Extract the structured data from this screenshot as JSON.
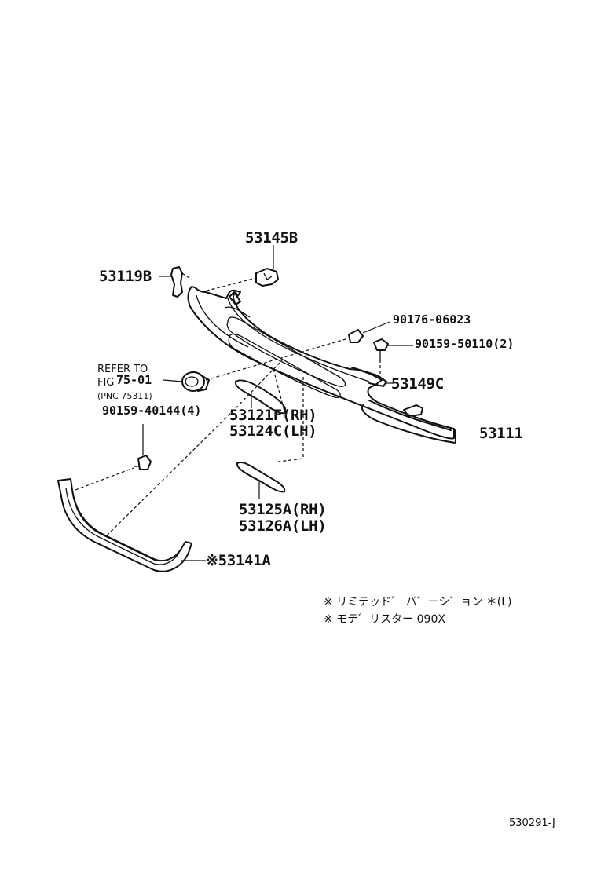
{
  "labels": {
    "p53145B": "53145B",
    "p53119B": "53119B",
    "p90176": "90176-06023",
    "p90159a": "90159-50110(2)",
    "refer_line1": "REFER TO",
    "refer_line2": "FIG",
    "refer_fig": "75-01",
    "refer_pnc": "(PNC 75311)",
    "p53149C": "53149C",
    "p90159b": "90159-40144(4)",
    "p53121F": "53121F(RH)",
    "p53124C": "53124C(LH)",
    "p53111": "53111",
    "p53125A": "53125A(RH)",
    "p53126A": "53126A(LH)",
    "p53141A": "※53141A"
  },
  "notes": {
    "line1": "※ リミテッド゛ バ゛ーシ゛ョン ＊(L)",
    "line2": "※ モテ゛リスター 090X"
  },
  "figure_id": "530291-J"
}
